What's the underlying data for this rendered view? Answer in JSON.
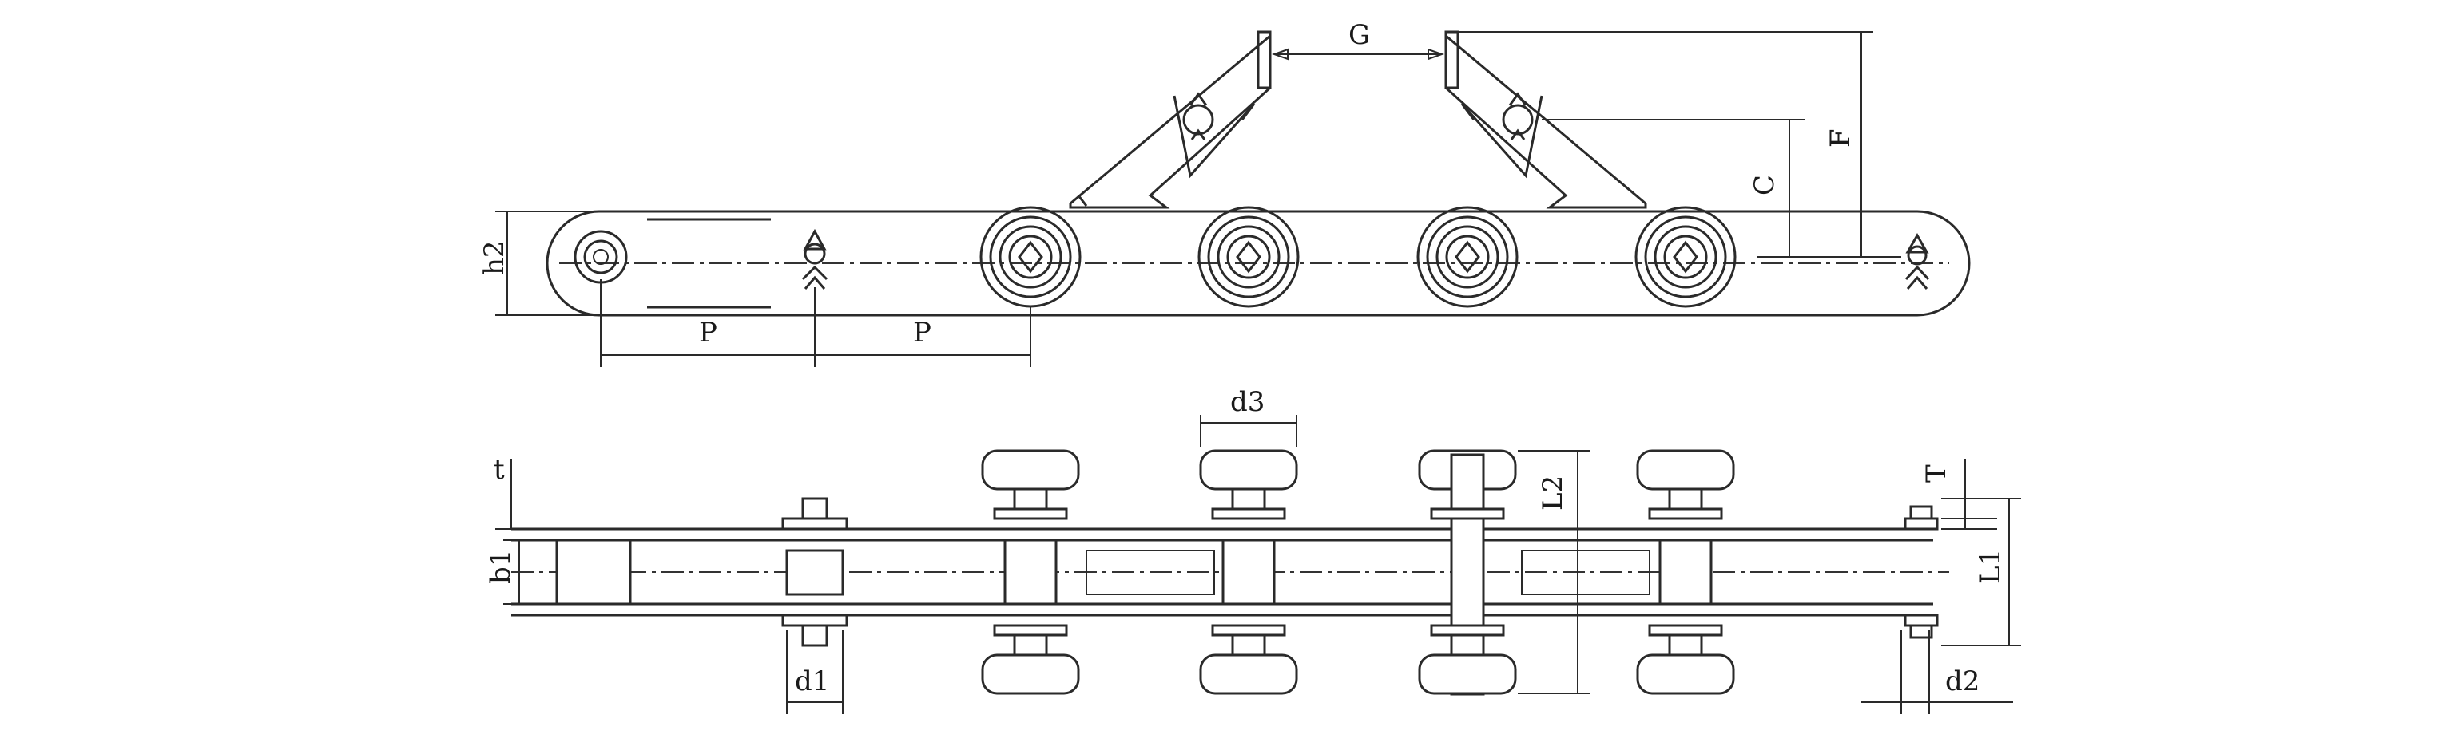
{
  "labels": {
    "G": "G",
    "F": "F",
    "C": "C",
    "h2": "h2",
    "P_left": "P",
    "P_right": "P",
    "d3": "d3",
    "t": "t",
    "b1": "b1",
    "L2": "L2",
    "L1": "L1",
    "T": "T",
    "d1": "d1",
    "d2": "d2"
  },
  "colors": {
    "line": "#2a2a2a",
    "background": "#ffffff"
  }
}
